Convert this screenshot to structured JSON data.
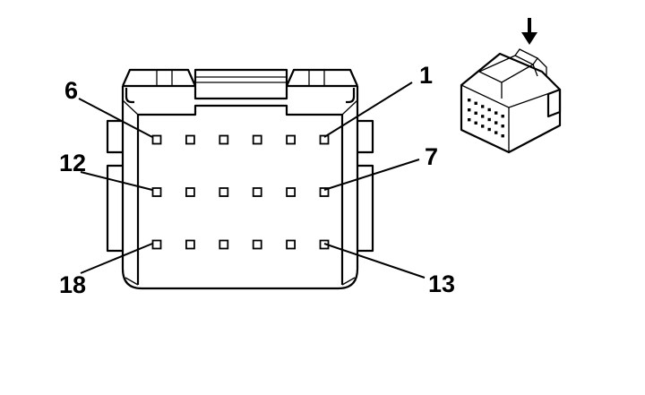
{
  "connector": {
    "rows": 3,
    "cols": 6,
    "pin_labels": [
      {
        "id": "label-pin-6",
        "text": "6"
      },
      {
        "id": "label-pin-1",
        "text": "1"
      },
      {
        "id": "label-pin-12",
        "text": "12"
      },
      {
        "id": "label-pin-7",
        "text": "7"
      },
      {
        "id": "label-pin-18",
        "text": "18"
      },
      {
        "id": "label-pin-13",
        "text": "13"
      }
    ]
  },
  "colors": {
    "line": "#000000",
    "background": "#ffffff"
  },
  "icons": {
    "view_direction": "arrow-down-icon"
  }
}
